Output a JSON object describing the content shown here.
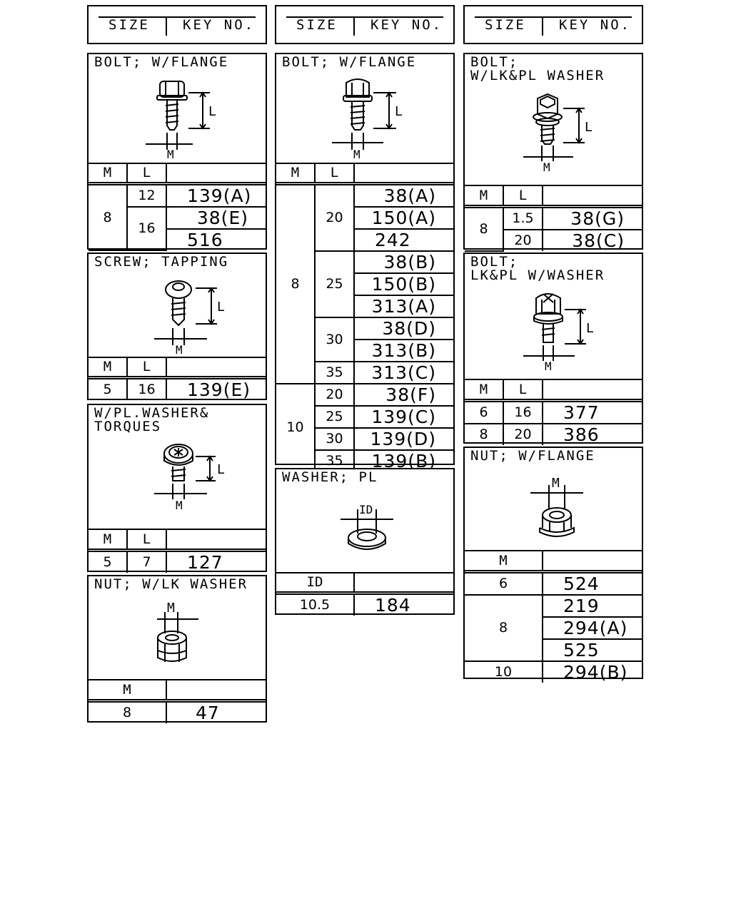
{
  "header": {
    "size_label": "SIZE",
    "key_label": "KEY NO."
  },
  "col1": {
    "bolt_flange": {
      "title": "BOLT; W/FLANGE",
      "dim_l": "L",
      "dim_m": "M",
      "cols": [
        "M",
        "L",
        ""
      ],
      "rows": [
        {
          "m": "8",
          "l": "12",
          "key": "139(A)"
        },
        {
          "m": "",
          "l": "16",
          "key": "38(E)"
        },
        {
          "m": "",
          "l": "",
          "key": "516"
        }
      ]
    },
    "screw_tapping": {
      "title": "SCREW; TAPPING",
      "dim_l": "L",
      "dim_m": "M",
      "cols": [
        "M",
        "L",
        ""
      ],
      "rows": [
        {
          "m": "5",
          "l": "16",
          "key": "139(E)"
        }
      ]
    },
    "washer_torques": {
      "title": "W/PL.WASHER&\nTORQUES",
      "dim_l": "L",
      "dim_m": "M",
      "cols": [
        "M",
        "L",
        ""
      ],
      "rows": [
        {
          "m": "5",
          "l": "7",
          "key": "127"
        }
      ]
    },
    "nut_lk": {
      "title": "NUT; W/LK WASHER",
      "dim_m": "M",
      "cols": [
        "M",
        ""
      ],
      "rows": [
        {
          "m": "8",
          "key": "47"
        }
      ]
    }
  },
  "col2": {
    "bolt_flange": {
      "title": "BOLT; W/FLANGE",
      "dim_l": "L",
      "dim_m": "M",
      "cols": [
        "M",
        "L",
        ""
      ],
      "m_groups": [
        "8",
        "10"
      ],
      "l_groups": [
        "20",
        "25",
        "30",
        "35",
        "20",
        "25",
        "30",
        "35"
      ],
      "keys": [
        "38(A)",
        "150(A)",
        "242",
        "38(B)",
        "150(B)",
        "313(A)",
        "38(D)",
        "313(B)",
        "313(C)",
        "38(F)",
        "139(C)",
        "139(D)",
        "139(B)"
      ]
    },
    "washer_pl": {
      "title": "WASHER; PL",
      "dim_id": "ID",
      "cols": [
        "ID",
        ""
      ],
      "rows": [
        {
          "id": "10.5",
          "key": "184"
        }
      ]
    }
  },
  "col3": {
    "bolt_lkpl": {
      "title": "BOLT;\nW/LK&PL WASHER",
      "dim_l": "L",
      "dim_m": "M",
      "cols": [
        "M",
        "L",
        ""
      ],
      "rows": [
        {
          "m": "8",
          "l": "1.5",
          "key": "38(G)"
        },
        {
          "m": "",
          "l": "20",
          "key": "38(C)"
        }
      ]
    },
    "bolt_lkpl_washer": {
      "title": "BOLT;\nLK&PL W/WASHER",
      "dim_l": "L",
      "dim_m": "M",
      "cols": [
        "M",
        "L",
        ""
      ],
      "rows": [
        {
          "m": "6",
          "l": "16",
          "key": "377"
        },
        {
          "m": "8",
          "l": "20",
          "key": "386"
        }
      ]
    },
    "nut_flange": {
      "title": "NUT; W/FLANGE",
      "dim_m": "M",
      "cols": [
        "M",
        ""
      ],
      "m_groups": [
        "6",
        "8",
        "10"
      ],
      "keys": [
        "524",
        "219",
        "294(A)",
        "525",
        "294(B)"
      ]
    }
  }
}
